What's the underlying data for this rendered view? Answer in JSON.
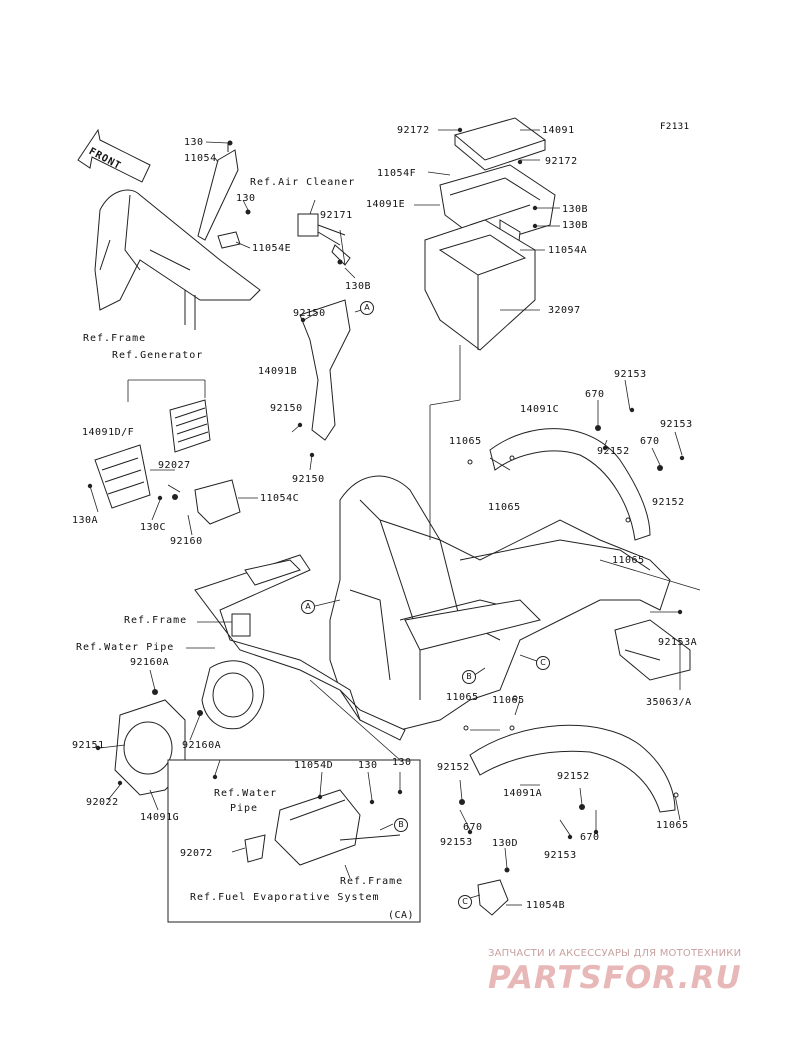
{
  "figure_code": "F2131",
  "front_arrow": "FRONT",
  "labels": {
    "p130_top": "130",
    "p11054": "11054",
    "ref_air_cleaner": "Ref.Air Cleaner",
    "p130_b2": "130",
    "p92171": "92171",
    "p11054E": "11054E",
    "p130B_left": "130B",
    "ref_frame_top": "Ref.Frame",
    "ref_generator": "Ref.Generator",
    "p92150_a": "92150",
    "p14091B": "14091B",
    "p92150_b": "92150",
    "p92150_c": "92150",
    "p14091DF": "14091D/F",
    "p92027": "92027",
    "p11054C": "11054C",
    "p130A": "130A",
    "p130C": "130C",
    "p92160": "92160",
    "p92172_a": "92172",
    "p14091": "14091",
    "p11054F": "11054F",
    "p92172_b": "92172",
    "p14091E": "14091E",
    "p130B_r1": "130B",
    "p130B_r2": "130B",
    "p11054A": "11054A",
    "p32097": "32097",
    "p92153_a": "92153",
    "p670_a": "670",
    "p14091C": "14091C",
    "p92153_b": "92153",
    "p11065_a": "11065",
    "p92152_a": "92152",
    "p670_b": "670",
    "p11065_b": "11065",
    "p92152_b": "92152",
    "p11065_c": "11065",
    "ref_frame_mid": "Ref.Frame",
    "ref_water_pipe": "Ref.Water Pipe",
    "p92160A_a": "92160A",
    "p92151": "92151",
    "p92160A_b": "92160A",
    "p92022": "92022",
    "p14091G": "14091G",
    "ref_water_pipe2_a": "Ref.Water",
    "ref_water_pipe2_b": "Pipe",
    "p92153A": "92153A",
    "p35063A": "35063/A",
    "p11065_d": "11065",
    "p11065_e": "11065",
    "p92152_c": "92152",
    "p14091A": "14091A",
    "p92152_d": "92152",
    "p670_c": "670",
    "p11065_f": "11065",
    "p92153_c": "92153",
    "p670_d": "670",
    "p92153_d": "92153",
    "p11054D": "11054D",
    "p130_e": "130",
    "p130_f": "130",
    "p92072": "92072",
    "ref_frame_bottom": "Ref.Frame",
    "ref_fuel_evap": "Ref.Fuel Evaporative System",
    "ca": "(CA)",
    "p130D": "130D",
    "p11054B": "11054B"
  },
  "callouts": {
    "A": "A",
    "B": "B",
    "C": "C"
  },
  "watermark": {
    "subtitle": "ЗАПЧАСТИ И АКСЕССУАРЫ ДЛЯ МОТОТЕХНИКИ",
    "logo": "PARTSFOR.RU"
  }
}
